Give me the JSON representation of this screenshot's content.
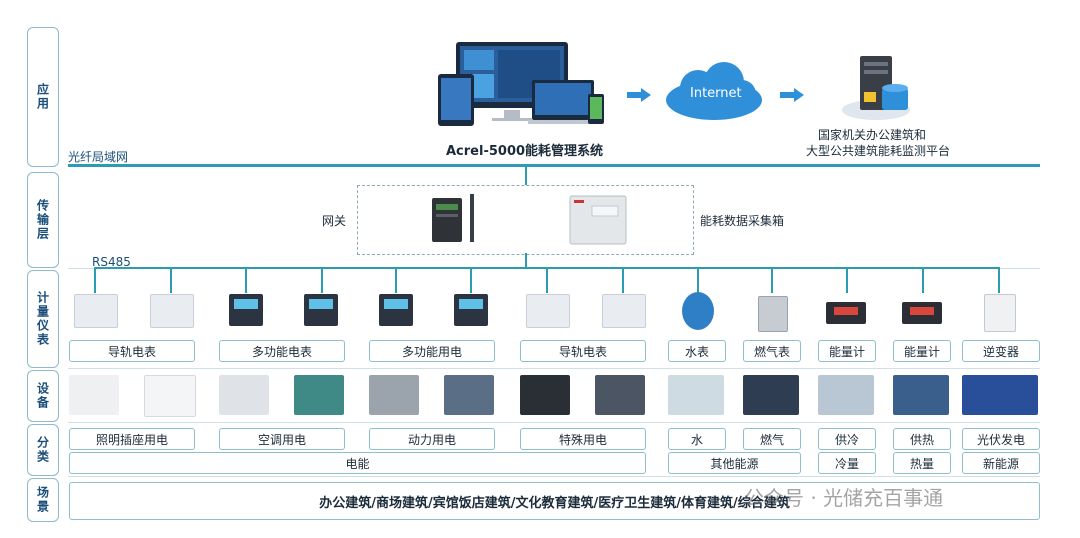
{
  "layers": [
    "应用",
    "传输层",
    "计量仪表",
    "设备",
    "分类",
    "场景"
  ],
  "application": {
    "system_name": "Acrel-5000能耗管理系统",
    "cloud_label": "Internet",
    "platform_line1": "国家机关办公建筑和",
    "platform_line2": "大型公共建筑能耗监测平台",
    "lan_label": "光纤局域网"
  },
  "transport": {
    "gateway_label": "网关",
    "collector_label": "能耗数据采集箱",
    "bus_label": "RS485"
  },
  "meter_labels": [
    "导轨电表",
    "多功能电表",
    "多功能用电",
    "导轨电表",
    "水表",
    "燃气表",
    "能量计",
    "能量计",
    "逆变器"
  ],
  "usage_labels": [
    "照明插座用电",
    "空调用电",
    "动力用电",
    "特殊用电",
    "水",
    "燃气",
    "供冷",
    "供热",
    "光伏发电"
  ],
  "energy_groups": [
    "电能",
    "其他能源",
    "冷量",
    "热量",
    "新能源"
  ],
  "scene_text": "办公建筑/商场建筑/宾馆饭店建筑/文化教育建筑/医疗卫生建筑/体育建筑/综合建筑",
  "watermark": "公众号 · 光储充百事通",
  "colors": {
    "teal": "#2b9cb2",
    "arrow": "#2f8fd9",
    "layer_text": "#1b4f7a",
    "cloud": "#2f8fd9"
  }
}
